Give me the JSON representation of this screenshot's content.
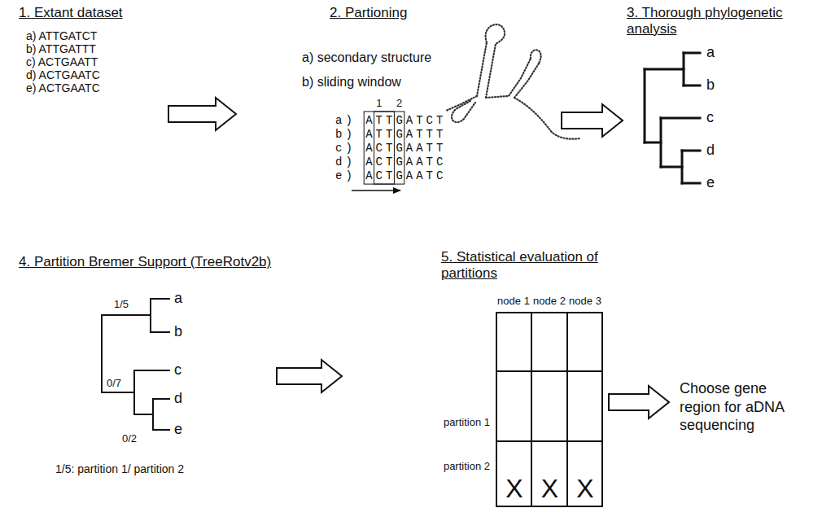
{
  "diagram": {
    "labels": [
      "1. Extant dataset",
      "a) ATTGATCT",
      "b) ATTGATTT",
      "c) ACTGAATT",
      "d) ACTGAATC",
      "e) ACTGAATC",
      "2. Partioning",
      "a) secondary structure",
      "b) sliding window",
      "1",
      "2",
      "a) ATTGATCT",
      "b) ATTGATTT",
      "c) ACTGAATT",
      "d) ACTGAATC",
      "e) ACTGAATC",
      "3. Thorough phylogenetic analysis",
      "a",
      "b",
      "c",
      "d",
      "e",
      "4. Partition Bremer Support (TreeRotv2b)",
      "1/5",
      "0/7",
      "0/2",
      "1/5: partition 1/ partition 2",
      "5. Statistical evaluation of partitions",
      "node 1",
      "node 2",
      "node 3",
      "partition 1",
      "partition 2",
      "X",
      "X",
      "X",
      "Choose gene region for aDNA sequencing",
      "a",
      "b",
      "c",
      "d",
      "e"
    ]
  }
}
